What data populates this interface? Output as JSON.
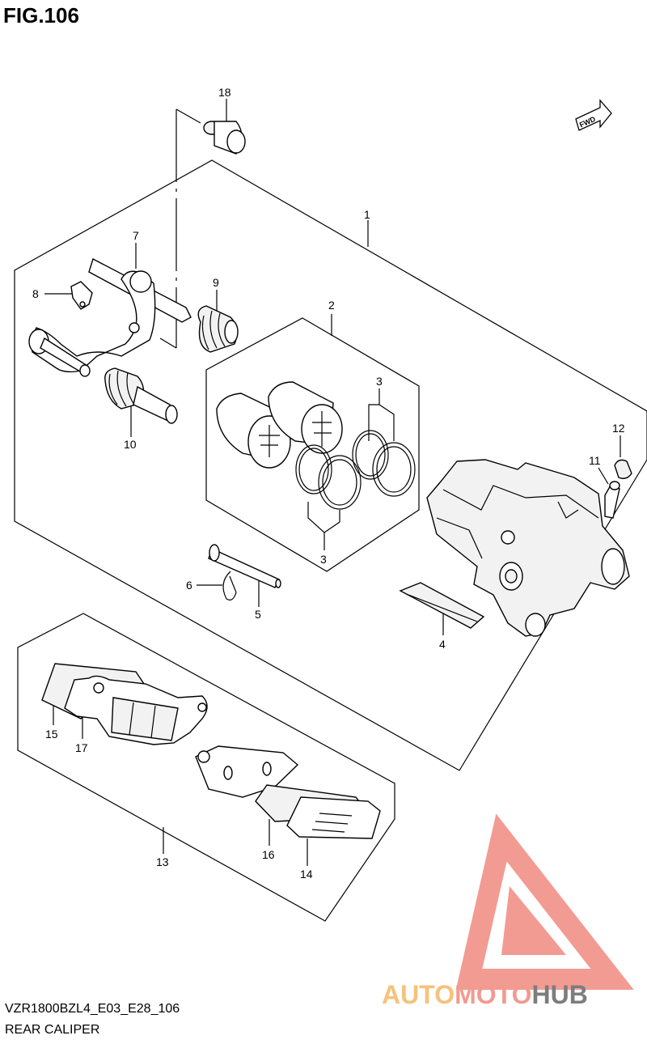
{
  "figure": {
    "title": "FIG.106",
    "model_code": "VZR1800BZL4_E03_E28_106",
    "section_name": "REAR CALIPER"
  },
  "direction_marker": "FWD",
  "callouts": [
    "1",
    "2",
    "3",
    "3",
    "4",
    "5",
    "6",
    "7",
    "8",
    "9",
    "10",
    "11",
    "12",
    "13",
    "14",
    "15",
    "16",
    "17",
    "18"
  ],
  "watermark": {
    "parts": [
      "AUTO",
      "MOTO",
      "HUB"
    ],
    "colors": {
      "auto": "#f6c27a",
      "moto": "#f29a8f",
      "hub": "#7d7d7d",
      "logo": "#f08a80"
    }
  }
}
